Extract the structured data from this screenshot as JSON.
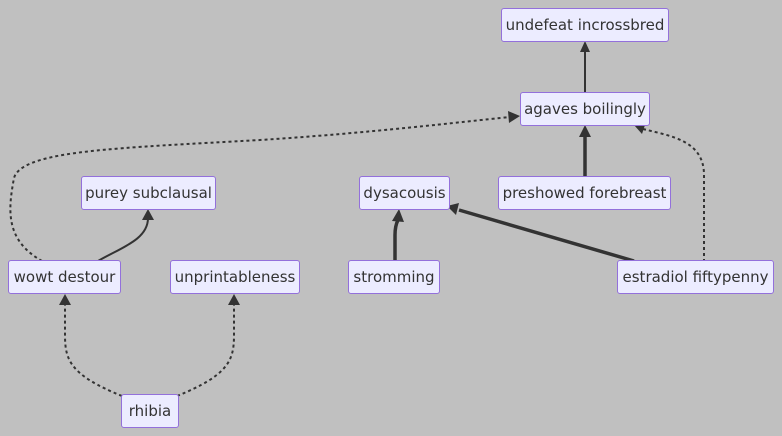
{
  "colors": {
    "background": "#c0c0c0",
    "node_fill": "#ececff",
    "node_border": "#9370db",
    "edge": "#333333",
    "text": "#333333"
  },
  "nodes": {
    "undefeat_incrossbred": "undefeat incrossbred",
    "agaves_boilingly": "agaves boilingly",
    "purey_subclausal": "purey subclausal",
    "dysacousis": "dysacousis",
    "preshowed_forebreast": "preshowed forebreast",
    "wowt_destour": "wowt destour",
    "unprintableness": "unprintableness",
    "stromming": "stromming",
    "estradiol_fiftypenny": "estradiol fiftypenny",
    "rhibia": "rhibia"
  },
  "edges": [
    {
      "from": "agaves boilingly",
      "to": "undefeat incrossbred",
      "style": "solid"
    },
    {
      "from": "preshowed forebreast",
      "to": "agaves boilingly",
      "style": "thick"
    },
    {
      "from": "estradiol fiftypenny",
      "to": "agaves boilingly",
      "style": "dotted"
    },
    {
      "from": "wowt destour",
      "to": "agaves boilingly",
      "style": "dotted"
    },
    {
      "from": "wowt destour",
      "to": "purey subclausal",
      "style": "solid"
    },
    {
      "from": "stromming",
      "to": "dysacousis",
      "style": "thick"
    },
    {
      "from": "estradiol fiftypenny",
      "to": "dysacousis",
      "style": "thick"
    },
    {
      "from": "rhibia",
      "to": "wowt destour",
      "style": "dotted"
    },
    {
      "from": "rhibia",
      "to": "unprintableness",
      "style": "dotted"
    }
  ]
}
